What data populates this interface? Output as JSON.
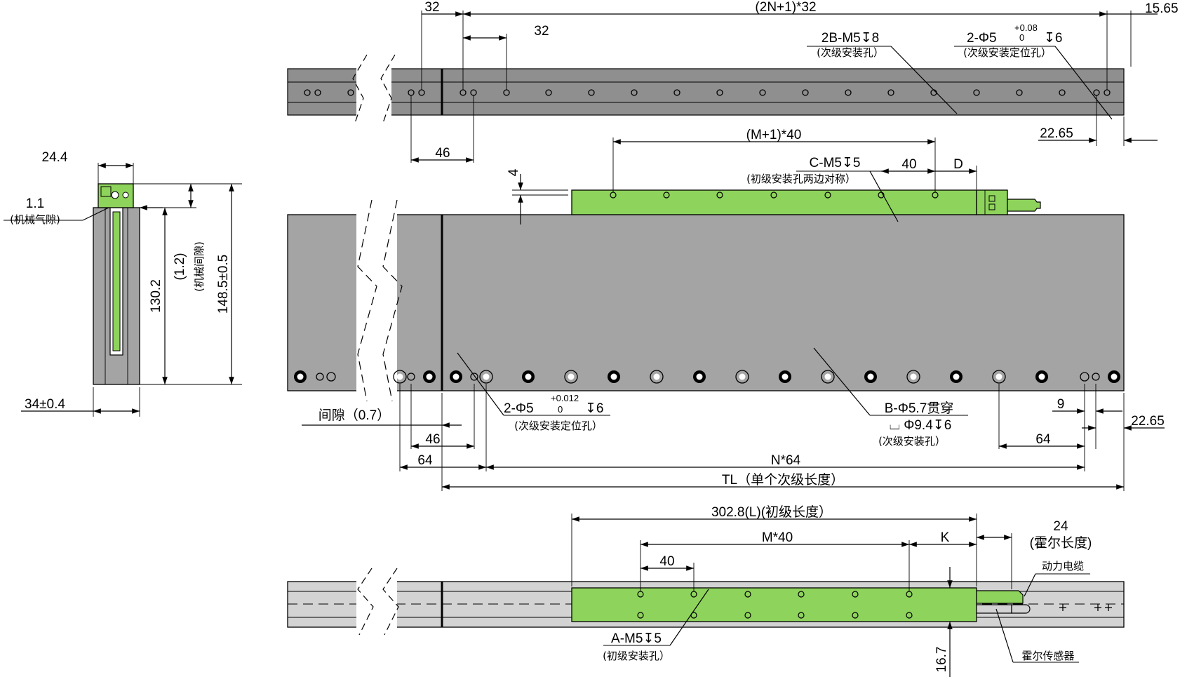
{
  "top_view": {
    "dim_32_left": "32",
    "dim_total": "(2N+1)*32",
    "dim_15_65": "15.65",
    "dim_32_inner": "32",
    "hole_2b_label": "2B-M5↧8",
    "hole_2b_note": "(次级安装孔）",
    "hole_2phi_label": "2-Φ5",
    "hole_2phi_tol_upper": "+0.08",
    "hole_2phi_tol_lower": "0",
    "hole_2phi_depth": "↧6",
    "hole_2phi_note": "(次级安装定位孔）",
    "dim_46": "46",
    "dim_22_65": "22.65"
  },
  "side_view": {
    "dim_24_4": "24.4",
    "gap_value": "1.1",
    "gap_label": "(机械气隙)",
    "dim_130_2": "130.2",
    "dim_1_2": "(1.2)",
    "mech_gap": "(机械间隙)",
    "dim_148_5": "148.5±0.5",
    "dim_34": "34±0.4"
  },
  "front_view": {
    "dim_m40": "(M+1)*40",
    "c_label": "C-M5↧5",
    "c_note": "(初级安装孔两边对称）",
    "dim_40": "40",
    "dim_d": "D",
    "dim_4": "4",
    "phi_label": "2-Φ5",
    "phi_tol_upper": "+0.012",
    "phi_tol_lower": "0",
    "phi_depth": "↧6",
    "phi_note": "(次级安装定位孔）",
    "gap_label": "间隙（0.7）",
    "dim_46": "46",
    "dim_64_left": "64",
    "b_label": "B-Φ5.7贯穿",
    "b_cbore": "⌴ Φ9.4↧6",
    "b_note": "(次级安装孔）",
    "dim_9": "9",
    "dim_22_65": "22.65",
    "dim_64_right": "64",
    "dim_n64": "N*64",
    "dim_tl": "TL（单个次级长度）"
  },
  "bottom_view": {
    "dim_l": "302.8(L)(初级长度）",
    "dim_m40": "M*40",
    "dim_k": "K",
    "dim_24": "24",
    "hall_len": "(霍尔长度)",
    "dim_40": "40",
    "power_cable": "动力电缆",
    "a_label": "A-M5↧5",
    "a_note": "(初级安装孔）",
    "dim_16_7": "16.7",
    "hall_sensor": "霍尔传感器"
  },
  "colors": {
    "coil_green": "#8ed35c",
    "magnet_gray": "#a4a4a4",
    "base_light_gray": "#d3d3d3"
  }
}
